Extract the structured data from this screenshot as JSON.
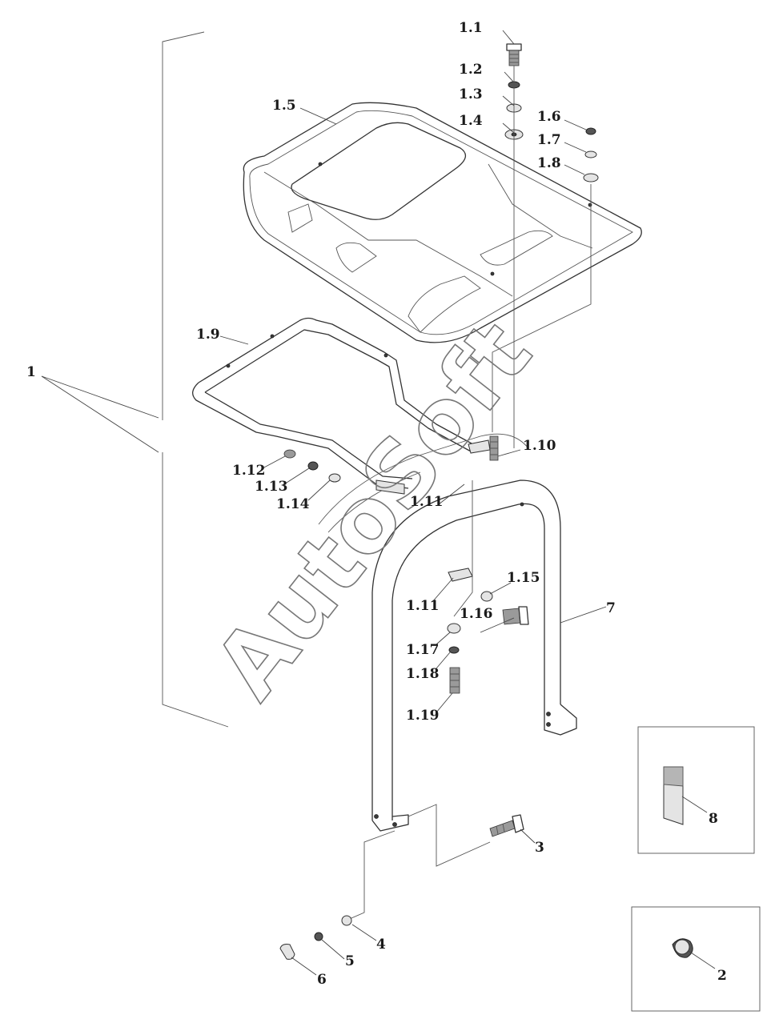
{
  "watermark": "AutoSoft",
  "callouts": {
    "c1": "1",
    "c1_1": "1.1",
    "c1_2": "1.2",
    "c1_3": "1.3",
    "c1_4": "1.4",
    "c1_5": "1.5",
    "c1_6": "1.6",
    "c1_7": "1.7",
    "c1_8": "1.8",
    "c1_9": "1.9",
    "c1_10": "1.10",
    "c1_11a": "1.11",
    "c1_11b": "1.11",
    "c1_12": "1.12",
    "c1_13": "1.13",
    "c1_14": "1.14",
    "c1_15": "1.15",
    "c1_16": "1.16",
    "c1_17": "1.17",
    "c1_18": "1.18",
    "c1_19": "1.19",
    "c2": "2",
    "c3": "3",
    "c4": "4",
    "c5": "5",
    "c6": "6",
    "c7": "7",
    "c8": "8"
  },
  "colors": {
    "line": "#333333",
    "background": "#ffffff"
  }
}
